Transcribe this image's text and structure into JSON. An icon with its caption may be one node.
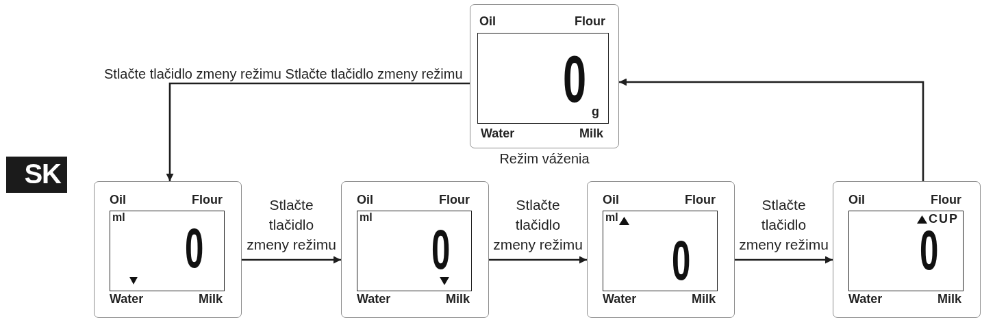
{
  "diagram": {
    "nodes": [
      {
        "text": [
          "Oil",
          "Flour",
          "Water",
          "Milk"
        ],
        "beside": [
          "Režim váženia"
        ]
      },
      {
        "text": [
          "0",
          "g"
        ],
        "in": 0
      },
      {
        "text": [
          "SK"
        ]
      },
      {
        "text": [
          "Oil",
          "Flour",
          "Water",
          "Milk"
        ]
      },
      {
        "text": [
          "ml",
          "0"
        ],
        "in": 3
      },
      {
        "text": [
          "Oil",
          "Flour",
          "Water",
          "Milk"
        ]
      },
      {
        "text": [
          "ml",
          "0"
        ],
        "in": 5
      },
      {
        "text": [
          "Oil",
          "Flour",
          "Water",
          "Milk"
        ]
      },
      {
        "text": [
          "ml",
          "0"
        ],
        "in": 7
      },
      {
        "text": [
          "Oil",
          "Flour",
          "Water",
          "Milk"
        ]
      },
      {
        "text": [
          "CUP",
          "0"
        ],
        "in": 9
      }
    ],
    "edges": [
      {
        "from": 0,
        "to": 3,
        "arrow": "to",
        "label": "Stlačte tlačidlo zmeny režimu Stlačte tlačidlo zmeny režimu"
      },
      {
        "from": 3,
        "to": 5,
        "arrow": "to",
        "label": "Stlačte tlačidlo zmeny režimu"
      },
      {
        "from": 5,
        "to": 7,
        "arrow": "to",
        "label": "Stlačte tlačidlo zmeny režimu"
      },
      {
        "from": 7,
        "to": 9,
        "arrow": "to",
        "label": "Stlačte tlačidlo zmeny režimu"
      },
      {
        "from": 9,
        "to": 0,
        "arrow": "to"
      }
    ]
  }
}
